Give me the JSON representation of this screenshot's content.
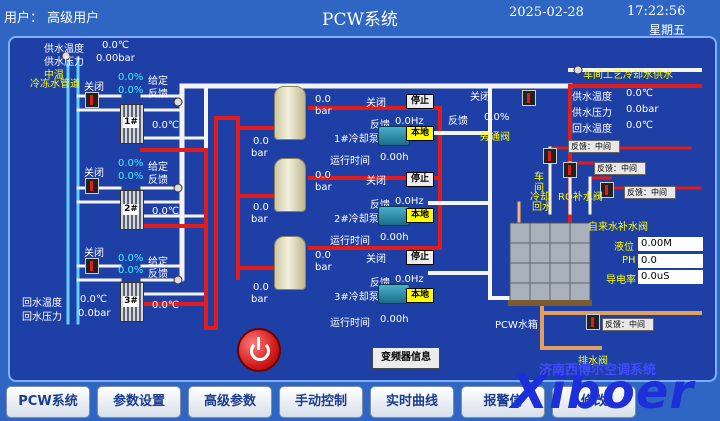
{
  "header": {
    "user": "用户：  高级用户",
    "title": "PCW系统",
    "date": "2025-02-28",
    "time": "17:22:56",
    "weekday": "星期五"
  },
  "supply": {
    "temp_label": "供水温度",
    "temp_val": "0.0℃",
    "press_label": "供水压力",
    "press_val": "0.00bar",
    "mid": "中温",
    "pipe": "冷冻水管道"
  },
  "return": {
    "temp_label": "回水温度",
    "temp_val": "0.0℃",
    "press_label": "回水压力",
    "press_val": "0.0bar"
  },
  "exchangers": [
    {
      "num": "1#",
      "valve": "关闭",
      "given": "0.0%",
      "given_label": "给定",
      "fb": "0.0%",
      "fb_label": "反馈",
      "temp": "0.0℃"
    },
    {
      "num": "2#",
      "valve": "关闭",
      "given": "0.0%",
      "given_label": "给定",
      "fb": "0.0%",
      "fb_label": "反馈",
      "temp": "0.0℃"
    },
    {
      "num": "3#",
      "valve": "关闭",
      "given": "0.0%",
      "given_label": "给定",
      "fb": "0.0%",
      "fb_label": "反馈",
      "temp": "0.0℃"
    }
  ],
  "tanks": [
    {
      "top": "0.0",
      "top_unit": "bar",
      "side": "0.0",
      "side_unit": "bar"
    },
    {
      "top": "0.0",
      "top_unit": "bar",
      "side": "0.0",
      "side_unit": "bar"
    },
    {
      "top": "0.0",
      "top_unit": "bar",
      "side": "0.0",
      "side_unit": "bar"
    }
  ],
  "pumps": [
    {
      "name": "1#冷却泵",
      "valve": "关闭",
      "stop": "停止",
      "local": "本地",
      "fb_label": "反馈",
      "hz": "0.0Hz",
      "run_label": "运行时间",
      "run": "0.00h"
    },
    {
      "name": "2#冷却泵",
      "valve": "关闭",
      "stop": "停止",
      "local": "本地",
      "fb_label": "反馈",
      "hz": "0.0Hz",
      "run_label": "运行时间",
      "run": "0.00h"
    },
    {
      "name": "3#冷却泵",
      "valve": "关闭",
      "stop": "停止",
      "local": "本地",
      "fb_label": "反馈",
      "hz": "0.0Hz",
      "run_label": "运行时间",
      "run": "0.00h"
    }
  ],
  "bypass": {
    "valve": "关闭",
    "fb_label": "反馈",
    "fb": "0.0%",
    "name": "旁通阀"
  },
  "workshop": {
    "title": "车间工艺冷却水供水",
    "temp_label": "供水温度",
    "temp": "0.0℃",
    "press_label": "供水压力",
    "press": "0.0bar",
    "ret_label": "回水温度",
    "ret": "0.0℃"
  },
  "right": {
    "l1": "车",
    "l2": "间",
    "l3": "冷却",
    "l4": "回水",
    "ro": "RO补水阀",
    "fb1": "反馈：中间",
    "fb2": "反馈：中间",
    "fb3": "反馈：中间",
    "tap": "自来水补水阀",
    "fb4": "反馈：中间",
    "drain": "排水阀",
    "tank": "PCW水箱"
  },
  "sensors": {
    "level_label": "液位",
    "level": "0.00M",
    "ph_label": "PH",
    "ph": "0.0",
    "cond_label": "导电率",
    "cond": "0.0uS"
  },
  "vfd": "变频器信息",
  "nav": [
    "PCW系统",
    "参数设置",
    "高级参数",
    "手动控制",
    "实时曲线",
    "报警信",
    "修改"
  ],
  "logo": {
    "brand": "Xiboer",
    "cn": "济南西博尔空调系统"
  },
  "colors": {
    "supply": "#e21b1b",
    "return": "#ffffff",
    "panel": "#1e3fa6",
    "accent": "#ffff00"
  }
}
